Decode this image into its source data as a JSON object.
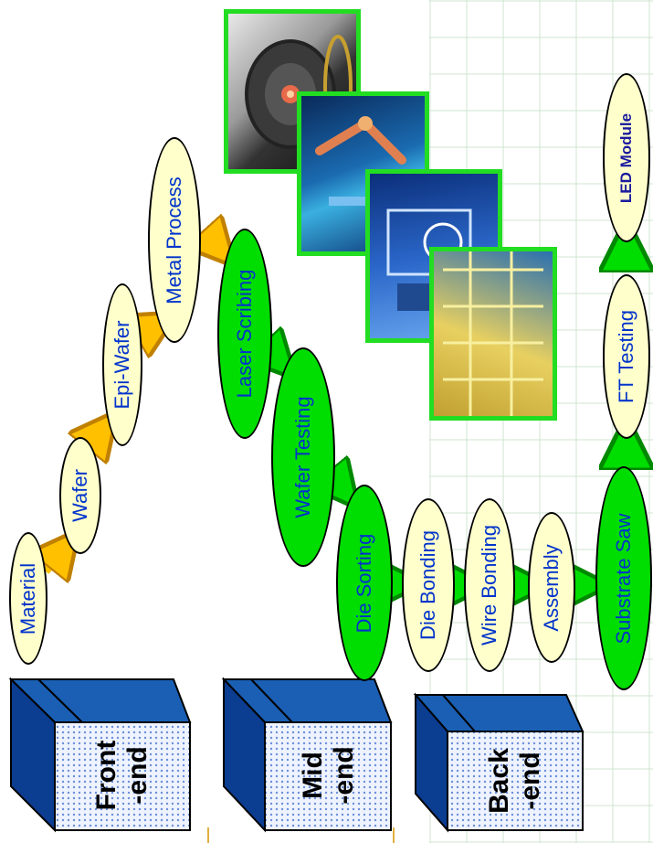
{
  "stages": [
    {
      "id": "front",
      "label_line1": "Front",
      "label_line2": "-end"
    },
    {
      "id": "mid",
      "label_line1": "Mid",
      "label_line2": "-end"
    },
    {
      "id": "back",
      "label_line1": "Back",
      "label_line2": "-end"
    }
  ],
  "front_end_steps": [
    "Material",
    "Wafer",
    "Epi-Wafer",
    "Metal Process"
  ],
  "mid_end_steps": [
    "Laser Scribing",
    "Wafer Testing",
    "Die Sorting"
  ],
  "back_end_steps": [
    "Die Bonding",
    "Wire Bonding",
    "Assembly",
    "Substrate Saw",
    "FT Testing",
    "LED Module"
  ],
  "photos": [
    "laser-equipment-photo",
    "wafer-handling-photo",
    "robot-arm-photo",
    "production-line-photo"
  ],
  "colors": {
    "front_node_fill": "#ffffcc",
    "mid_node_fill": "#00dd00",
    "node_text": "#0033cc",
    "box_front": "#1a5fb4",
    "box_side": "#0b3d91",
    "box_face_dots": "#6a8fd8",
    "arrow_front": "#ffc000",
    "arrow_mid": "#00dd00",
    "photo_border": "#22dd22"
  }
}
